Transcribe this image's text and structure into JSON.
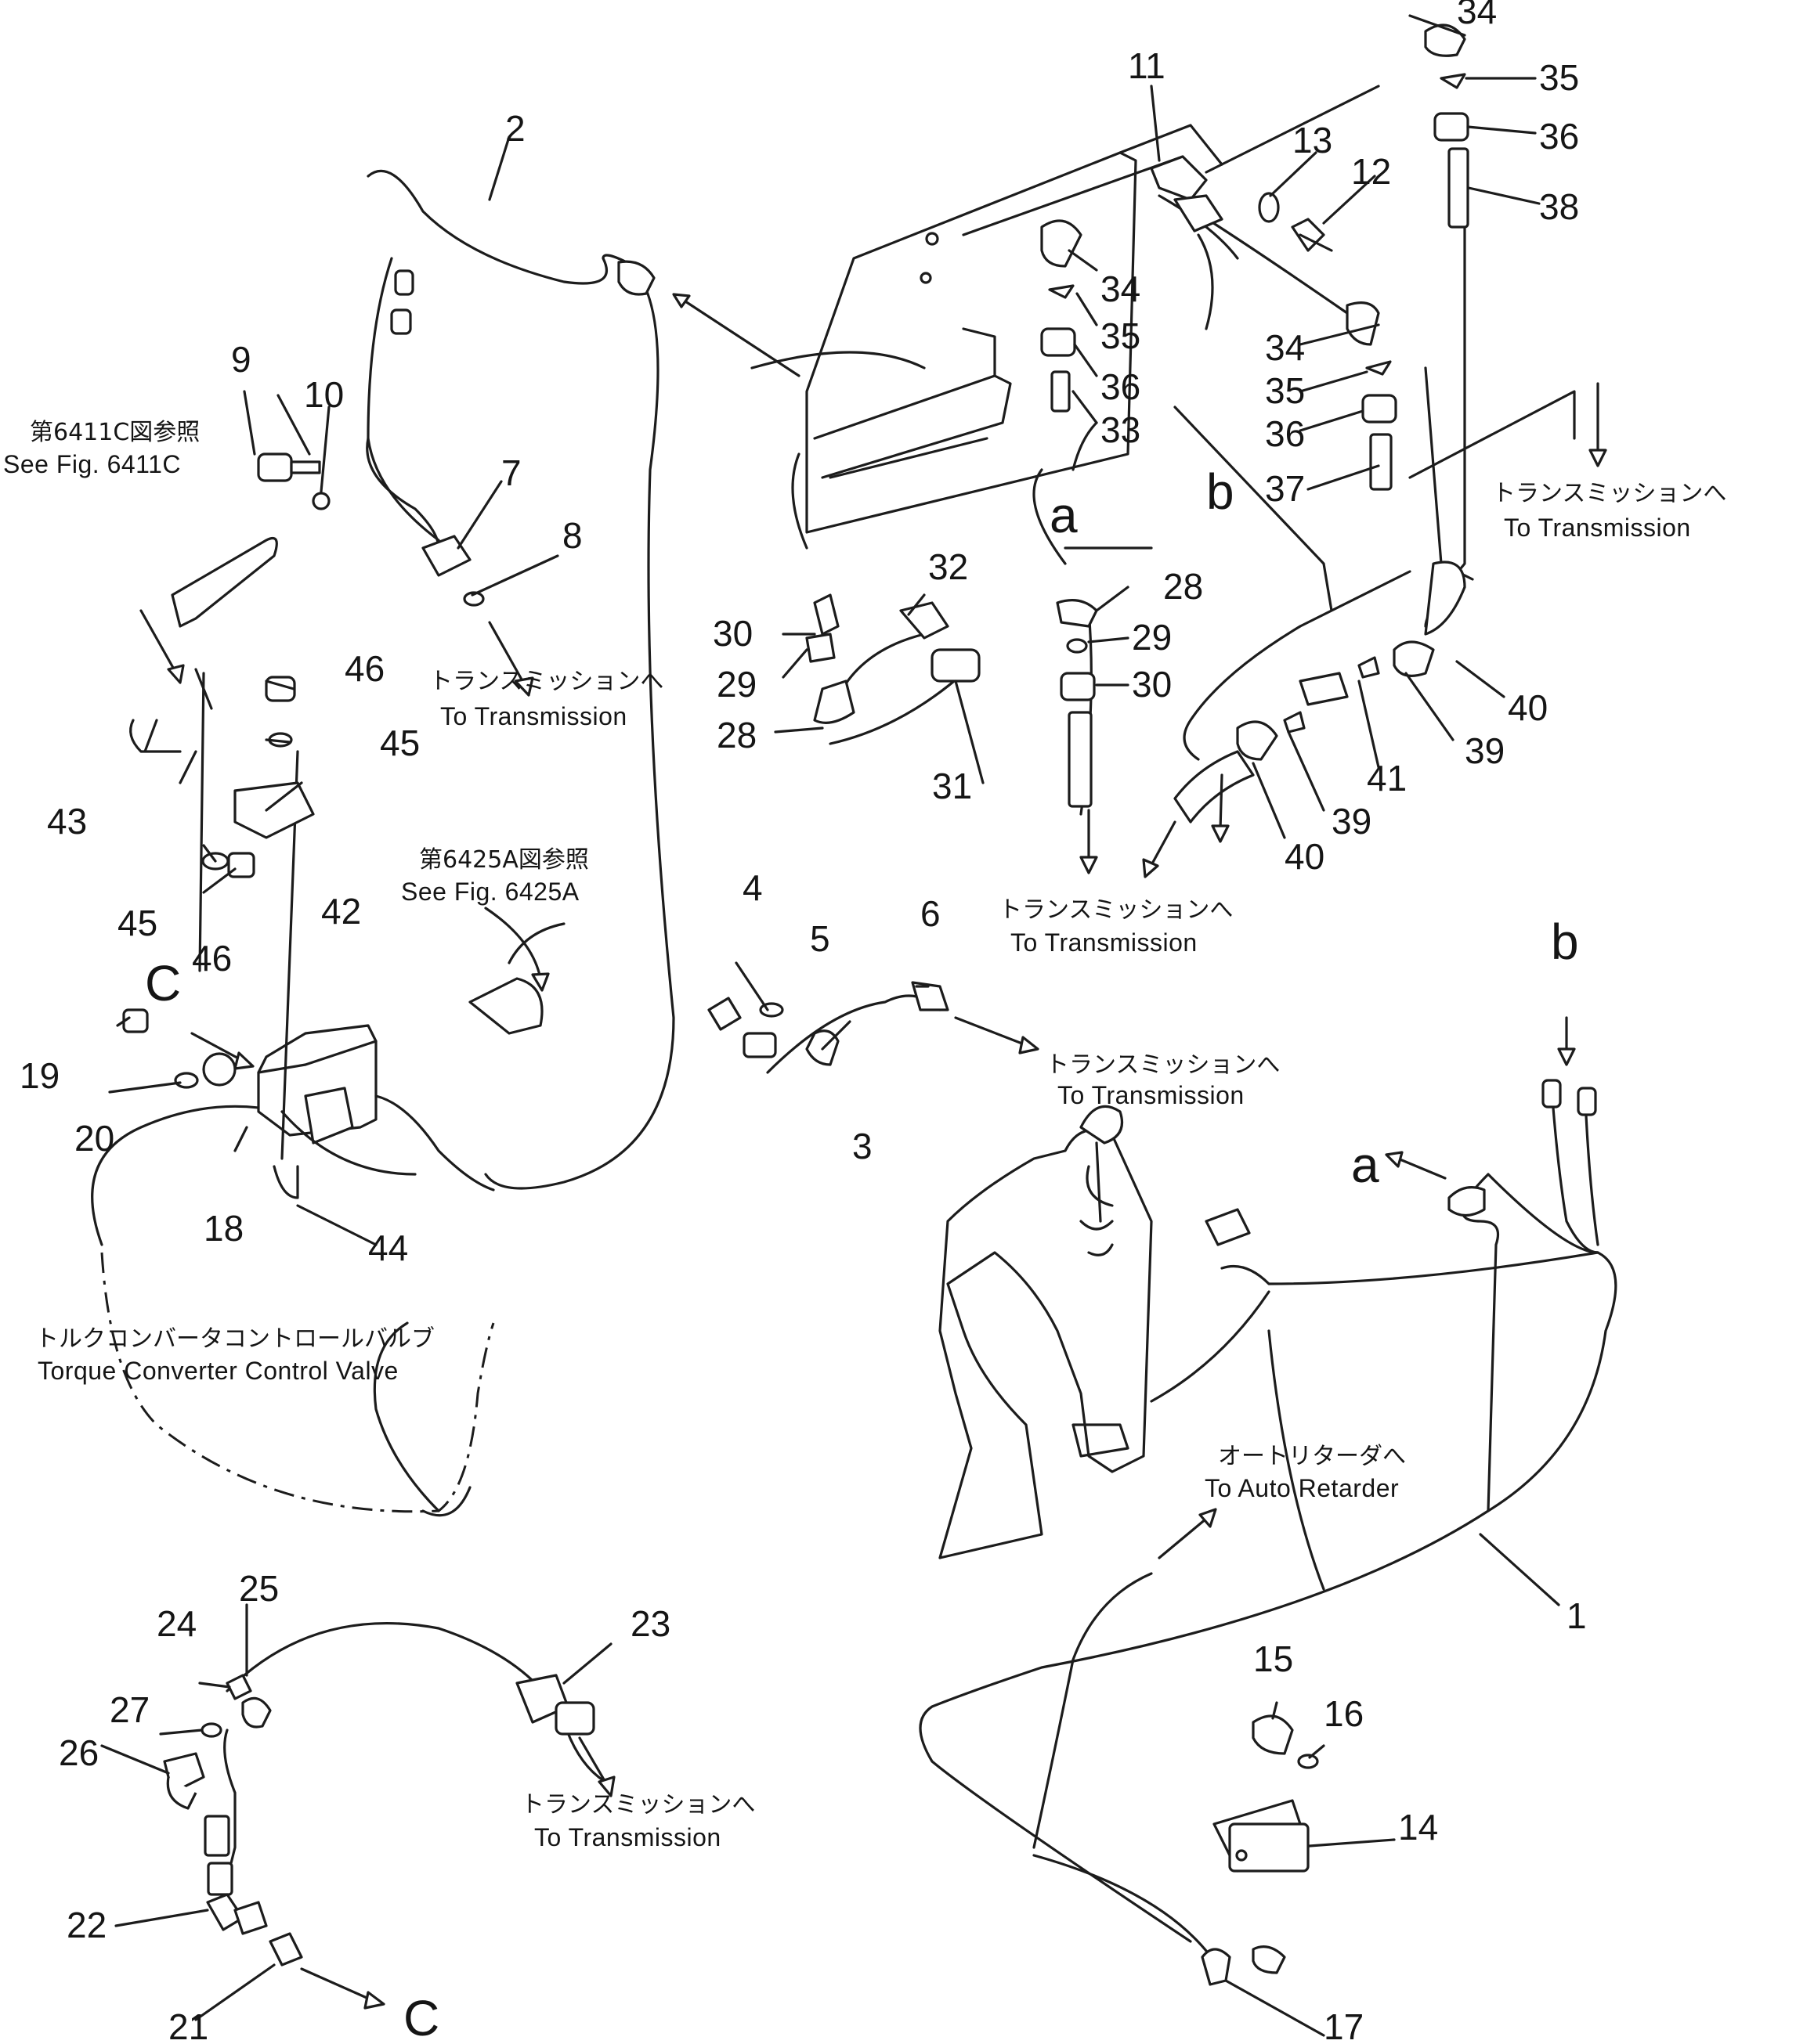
{
  "part_numbers": [
    "1",
    "2",
    "3",
    "4",
    "5",
    "6",
    "7",
    "8",
    "9",
    "10",
    "11",
    "12",
    "13",
    "14",
    "15",
    "16",
    "17",
    "18",
    "19",
    "20",
    "21",
    "22",
    "23",
    "24",
    "25",
    "26",
    "27",
    "28",
    "28",
    "29",
    "29",
    "30",
    "30",
    "31",
    "32",
    "33",
    "34",
    "34",
    "34",
    "35",
    "35",
    "35",
    "36",
    "36",
    "36",
    "37",
    "38",
    "39",
    "39",
    "40",
    "40",
    "41",
    "42",
    "43",
    "44",
    "45",
    "45",
    "46",
    "46"
  ],
  "letters": [
    "a",
    "a",
    "b",
    "b",
    "C",
    "C"
  ],
  "refs": {
    "fig_6411c_jp": "第6411C図参照",
    "fig_6411c_en": "See Fig. 6411C",
    "fig_6425a_jp": "第6425A図参照",
    "fig_6425a_en": "See Fig. 6425A"
  },
  "labels": {
    "to_transmission_jp": "トランスミッションへ",
    "to_transmission_en": "To Transmission",
    "to_auto_retarder_jp": "オートリターダへ",
    "to_auto_retarder_en": "To Auto Retarder",
    "torque_converter_jp": "トルクコンバータコントロールバルブ",
    "torque_converter_en": "Torque Converter Control Valve"
  }
}
